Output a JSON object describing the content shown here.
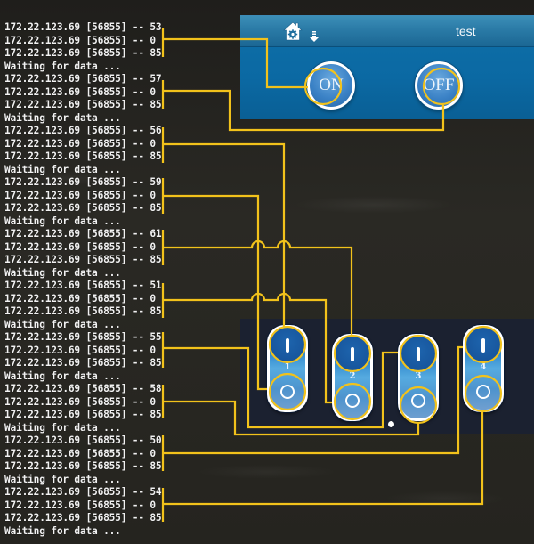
{
  "terminal": {
    "lines": [
      "172.22.123.69 [56855] -- 53",
      "172.22.123.69 [56855] -- 0",
      "172.22.123.69 [56855] -- 85",
      "Waiting for data ...",
      "172.22.123.69 [56855] -- 57",
      "172.22.123.69 [56855] -- 0",
      "172.22.123.69 [56855] -- 85",
      "Waiting for data ...",
      "172.22.123.69 [56855] -- 56",
      "172.22.123.69 [56855] -- 0",
      "172.22.123.69 [56855] -- 85",
      "Waiting for data ...",
      "172.22.123.69 [56855] -- 59",
      "172.22.123.69 [56855] -- 0",
      "172.22.123.69 [56855] -- 85",
      "Waiting for data ...",
      "172.22.123.69 [56855] -- 61",
      "172.22.123.69 [56855] -- 0",
      "172.22.123.69 [56855] -- 85",
      "Waiting for data ...",
      "172.22.123.69 [56855] -- 51",
      "172.22.123.69 [56855] -- 0",
      "172.22.123.69 [56855] -- 85",
      "Waiting for data ...",
      "172.22.123.69 [56855] -- 55",
      "172.22.123.69 [56855] -- 0",
      "172.22.123.69 [56855] -- 85",
      "Waiting for data ...",
      "172.22.123.69 [56855] -- 58",
      "172.22.123.69 [56855] -- 0",
      "172.22.123.69 [56855] -- 85",
      "Waiting for data ...",
      "172.22.123.69 [56855] -- 50",
      "172.22.123.69 [56855] -- 0",
      "172.22.123.69 [56855] -- 85",
      "Waiting for data ...",
      "172.22.123.69 [56855] -- 54",
      "172.22.123.69 [56855] -- 0",
      "172.22.123.69 [56855] -- 85",
      "Waiting for data ..."
    ]
  },
  "app": {
    "title": "test",
    "home_icon": "home-gear-icon",
    "download_icon": "arrow-down-icon",
    "on_label": "ON",
    "off_label": "OFF"
  },
  "switches": [
    {
      "number": "1",
      "on_glyph": "I",
      "off_glyph": "O"
    },
    {
      "number": "2",
      "on_glyph": "I",
      "off_glyph": "O"
    },
    {
      "number": "3",
      "on_glyph": "I",
      "off_glyph": "O"
    },
    {
      "number": "4",
      "on_glyph": "I",
      "off_glyph": "O"
    }
  ],
  "colors": {
    "wire": "#f2c21b",
    "panel_blue": "#0b69a3",
    "switch_panel": "#1b2130",
    "terminal_text": "#f2f2f2"
  }
}
